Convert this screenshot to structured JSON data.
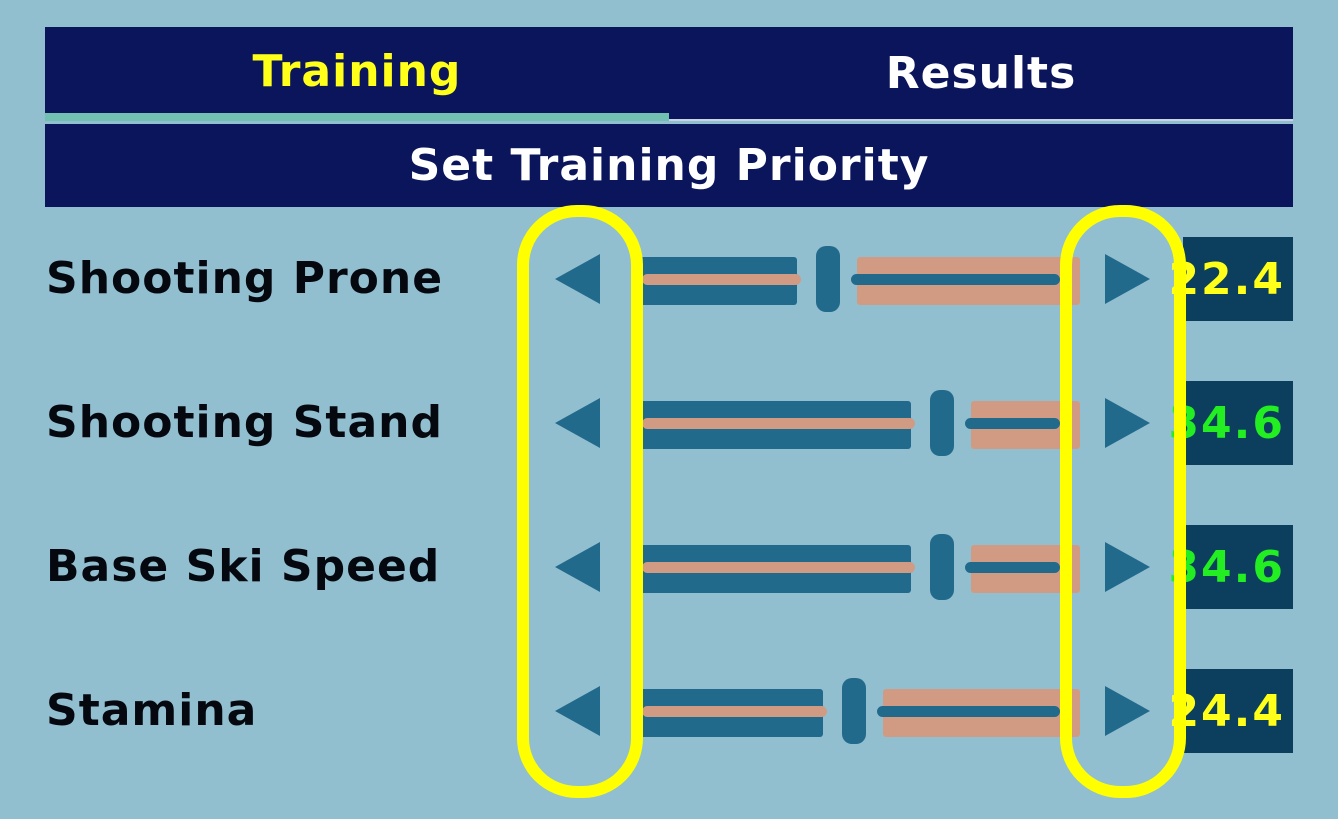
{
  "tabs": [
    {
      "label": "Training",
      "active": true,
      "color": "#ffff1a"
    },
    {
      "label": "Results",
      "active": false,
      "color": "#ffffff"
    }
  ],
  "header": {
    "title": "Set Training Priority"
  },
  "colors": {
    "background": "#92bfcf",
    "panel": "#0b155c",
    "slider_blue": "#226a8c",
    "slider_tan": "#d19b83",
    "highlight": "#ffff00",
    "value_box": "#0c3f5e"
  },
  "icons": {
    "decrease": "triangle-left-icon",
    "increase": "triangle-right-icon"
  },
  "rows": [
    {
      "label": "Shooting Prone",
      "value": "22.4",
      "value_color": "#ffff1a",
      "slider_fraction": 0.4
    },
    {
      "label": "Shooting Stand",
      "value": "34.6",
      "value_color": "#22ee22",
      "slider_fraction": 0.66
    },
    {
      "label": "Base Ski Speed",
      "value": "34.6",
      "value_color": "#22ee22",
      "slider_fraction": 0.66
    },
    {
      "label": "Stamina",
      "value": "24.4",
      "value_color": "#ffff1a",
      "slider_fraction": 0.46
    }
  ]
}
